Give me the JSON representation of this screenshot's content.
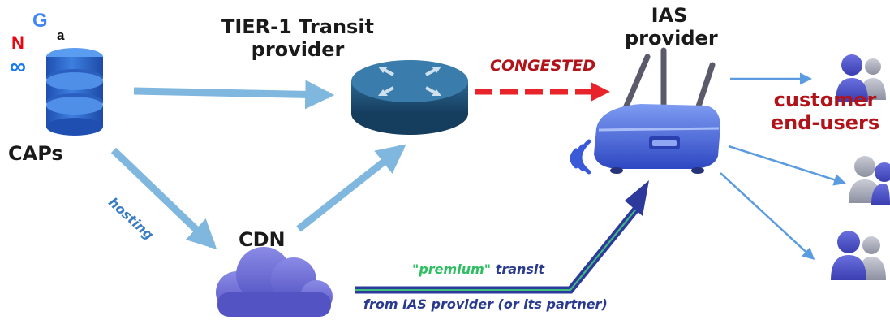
{
  "diagram": {
    "caps_label": "CAPs",
    "cap_logos": [
      "N",
      "G",
      "a",
      "∞"
    ],
    "tier1_label": [
      "TIER-1 Transit",
      "provider"
    ],
    "ias_label": [
      "IAS",
      "provider"
    ],
    "cdn_label": "CDN",
    "congested_label": "CONGESTED",
    "hosting_label": "hosting",
    "customer_label": [
      "customer",
      "end-users"
    ],
    "premium_word": "\"premium\"",
    "transit_word": " transit",
    "from_ias_label": "from IAS provider (or its partner)"
  },
  "colors": {
    "flow_arrow": "#7fb7de",
    "congested": "#e8242a",
    "premium_path": "#2d3a9c",
    "premium_highlight": "#3fc07a",
    "hosting_text": "#3a7cc4",
    "customer_text": "#b1131a",
    "premium_text": "#2fbf62",
    "transit_text": "#2a3b8f",
    "router": "#24587e",
    "server": "#2f66c8",
    "cloud": "#6a6ad6",
    "ias_device": "#3b5bd6",
    "user_front": "#4b4fc7",
    "user_back": "#a0a4b4"
  }
}
